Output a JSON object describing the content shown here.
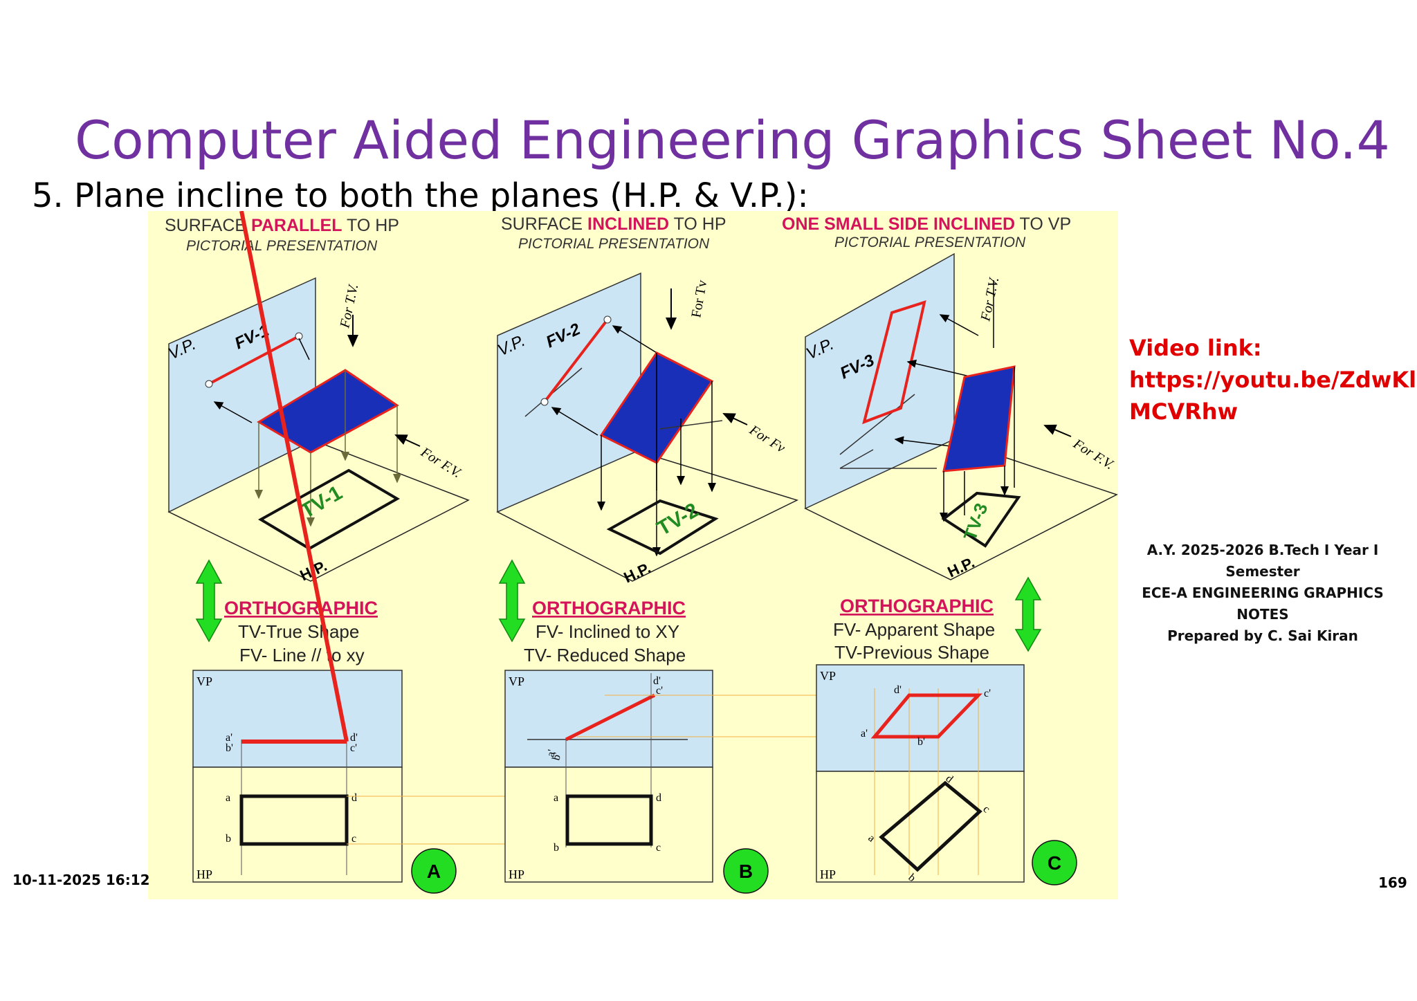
{
  "slide": {
    "title": "Computer Aided Engineering Graphics Sheet No.4",
    "subtitle": "5. Plane incline to both the planes (H.P. & V.P.):",
    "video_label": "Video link:",
    "video_url_line1": "https://youtu.be/ZdwKl",
    "video_url_line2": "MCVRhw",
    "ay_line1": "A.Y. 2025-2026 B.Tech I Year I Semester",
    "ay_line2": "ECE-A ENGINEERING GRAPHICS NOTES",
    "ay_line3": "Prepared by C. Sai Kiran",
    "date": "10-11-2025 16:12",
    "page_number": "169"
  },
  "colors": {
    "title": "#7030a0",
    "panel_bg": "#ffffcc",
    "plane_blue": "#cce5f5",
    "surface_blue": "#1a2fb8",
    "edge_red": "#e8231e",
    "heading_red": "#d4145a",
    "tv_green": "#228b22",
    "badge_green": "#22dd22"
  },
  "columns": [
    {
      "heading_pre": "SURFACE ",
      "heading_hl": "PARALLEL",
      "heading_post": " TO HP",
      "pictorial": "PICTORIAL PRESENTATION",
      "fv_label": "FV-1",
      "tv_label": "TV-1",
      "vp_label": "V.P.",
      "hp_label": "H.P.",
      "for_tv": "For T.V.",
      "for_fv": "For F.V.",
      "ortho": "ORTHOGRAPHIC",
      "line1": "TV-True Shape",
      "line2": "FV- Line // to xy",
      "badge": "A",
      "vp_box": "VP",
      "hp_box": "HP",
      "pts": {
        "a1": "a'",
        "b1": "b'",
        "d1": "d'",
        "c1": "c'",
        "a": "a",
        "b": "b",
        "d": "d",
        "c": "c"
      }
    },
    {
      "heading_pre": "SURFACE ",
      "heading_hl": "INCLINED",
      "heading_post": " TO HP",
      "pictorial": "PICTORIAL PRESENTATION",
      "fv_label": "FV-2",
      "tv_label": "TV-2",
      "vp_label": "V.P.",
      "hp_label": "H.P.",
      "for_tv": "For Tv",
      "for_fv": "For Fv",
      "ortho": "ORTHOGRAPHIC",
      "line1": "FV- Inclined to XY",
      "line2": "TV- Reduced Shape",
      "badge": "B",
      "vp_box": "VP",
      "hp_box": "HP",
      "pts": {
        "a1": "a'",
        "b1": "b'",
        "d1": "d'",
        "c1": "c'",
        "a": "a",
        "b": "b",
        "d": "d",
        "c": "c"
      }
    },
    {
      "heading_pre": "",
      "heading_hl": "ONE SMALL SIDE INCLINED",
      "heading_post": " TO VP",
      "pictorial": "PICTORIAL PRESENTATION",
      "fv_label": "FV-3",
      "tv_label": "TV-3",
      "vp_label": "V.P.",
      "hp_label": "H.P.",
      "for_tv": "For T.V.",
      "for_fv": "For F.V.",
      "ortho": "ORTHOGRAPHIC",
      "line1": "FV- Apparent Shape",
      "line2": "TV-Previous Shape",
      "badge": "C",
      "vp_box": "VP",
      "hp_box": "HP",
      "pts": {
        "a1": "a'",
        "b1": "b'",
        "d1": "d'",
        "c1": "c'",
        "a": "a",
        "b": "b",
        "d": "d",
        "c": "c"
      }
    }
  ]
}
